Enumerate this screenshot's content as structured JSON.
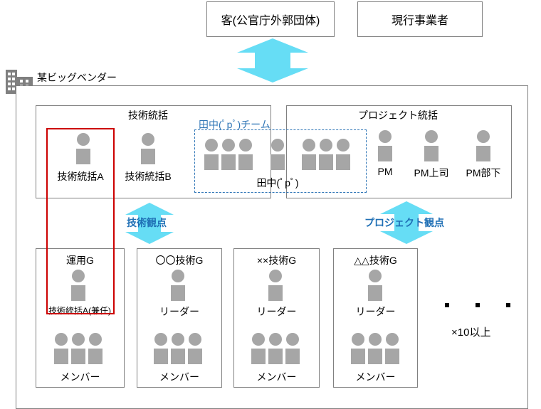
{
  "top": {
    "client": "客(公官庁外郭団体)",
    "current_vendor": "現行事業者"
  },
  "vendor": {
    "name": "某ビッグベンダー"
  },
  "tech_integration": {
    "title": "技術統括",
    "person_a": "技術統括A",
    "person_b": "技術統括B"
  },
  "tanaka_team": {
    "title": "田中(ﾟpﾟ)チーム",
    "person": "田中(ﾟpﾟ)"
  },
  "project_integration": {
    "title": "プロジェクト統括",
    "pm": "PM",
    "pm_boss": "PM上司",
    "pm_sub": "PM部下"
  },
  "arrows": {
    "tech_view": "技術観点",
    "project_view": "プロジェクト観点"
  },
  "groups": [
    {
      "title": "運用G",
      "leader": "技術統括A(兼任)",
      "members": "メンバー"
    },
    {
      "title": "〇〇技術G",
      "leader": "リーダー",
      "members": "メンバー"
    },
    {
      "title": "××技術G",
      "leader": "リーダー",
      "members": "メンバー"
    },
    {
      "title": "△△技術G",
      "leader": "リーダー",
      "members": "メンバー"
    }
  ],
  "more": "×10以上",
  "colors": {
    "arrow": "#66ddf5",
    "highlight": "#cc0000",
    "team_border": "#2e75b6",
    "person": "#a6a6a6"
  }
}
